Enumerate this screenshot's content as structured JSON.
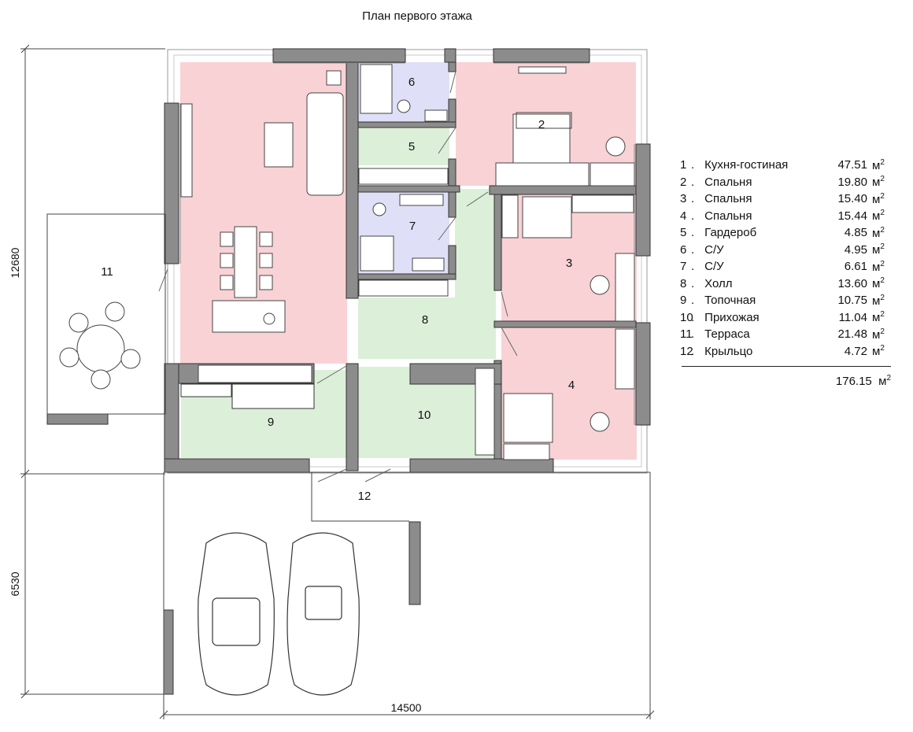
{
  "title": "План первого этажа",
  "dimensions": {
    "top": "12680",
    "bottom": "6530",
    "width": "14500"
  },
  "rooms": [
    {
      "num": "1",
      "name": "Кухня-гостиная",
      "area": "47.51"
    },
    {
      "num": "2",
      "name": "Спальня",
      "area": "19.80"
    },
    {
      "num": "3",
      "name": "Спальня",
      "area": "15.40"
    },
    {
      "num": "4",
      "name": "Спальня",
      "area": "15.44"
    },
    {
      "num": "5",
      "name": "Гардероб",
      "area": "4.85"
    },
    {
      "num": "6",
      "name": "С/У",
      "area": "4.95"
    },
    {
      "num": "7",
      "name": "С/У",
      "area": "6.61"
    },
    {
      "num": "8",
      "name": "Холл",
      "area": "13.60"
    },
    {
      "num": "9",
      "name": "Топочная",
      "area": "10.75"
    },
    {
      "num": "10",
      "name": "Прихожая",
      "area": "11.04"
    },
    {
      "num": "11",
      "name": "Терраса",
      "area": "21.48"
    },
    {
      "num": "12",
      "name": "Крыльцо",
      "area": "4.72"
    }
  ],
  "unit": "м",
  "unit_power": "2",
  "total": "176.15",
  "colors": {
    "living": "#f9d2d6",
    "wet": "#dfe0f7",
    "service": "#dcefd9",
    "wall": "#8c8c8c"
  }
}
